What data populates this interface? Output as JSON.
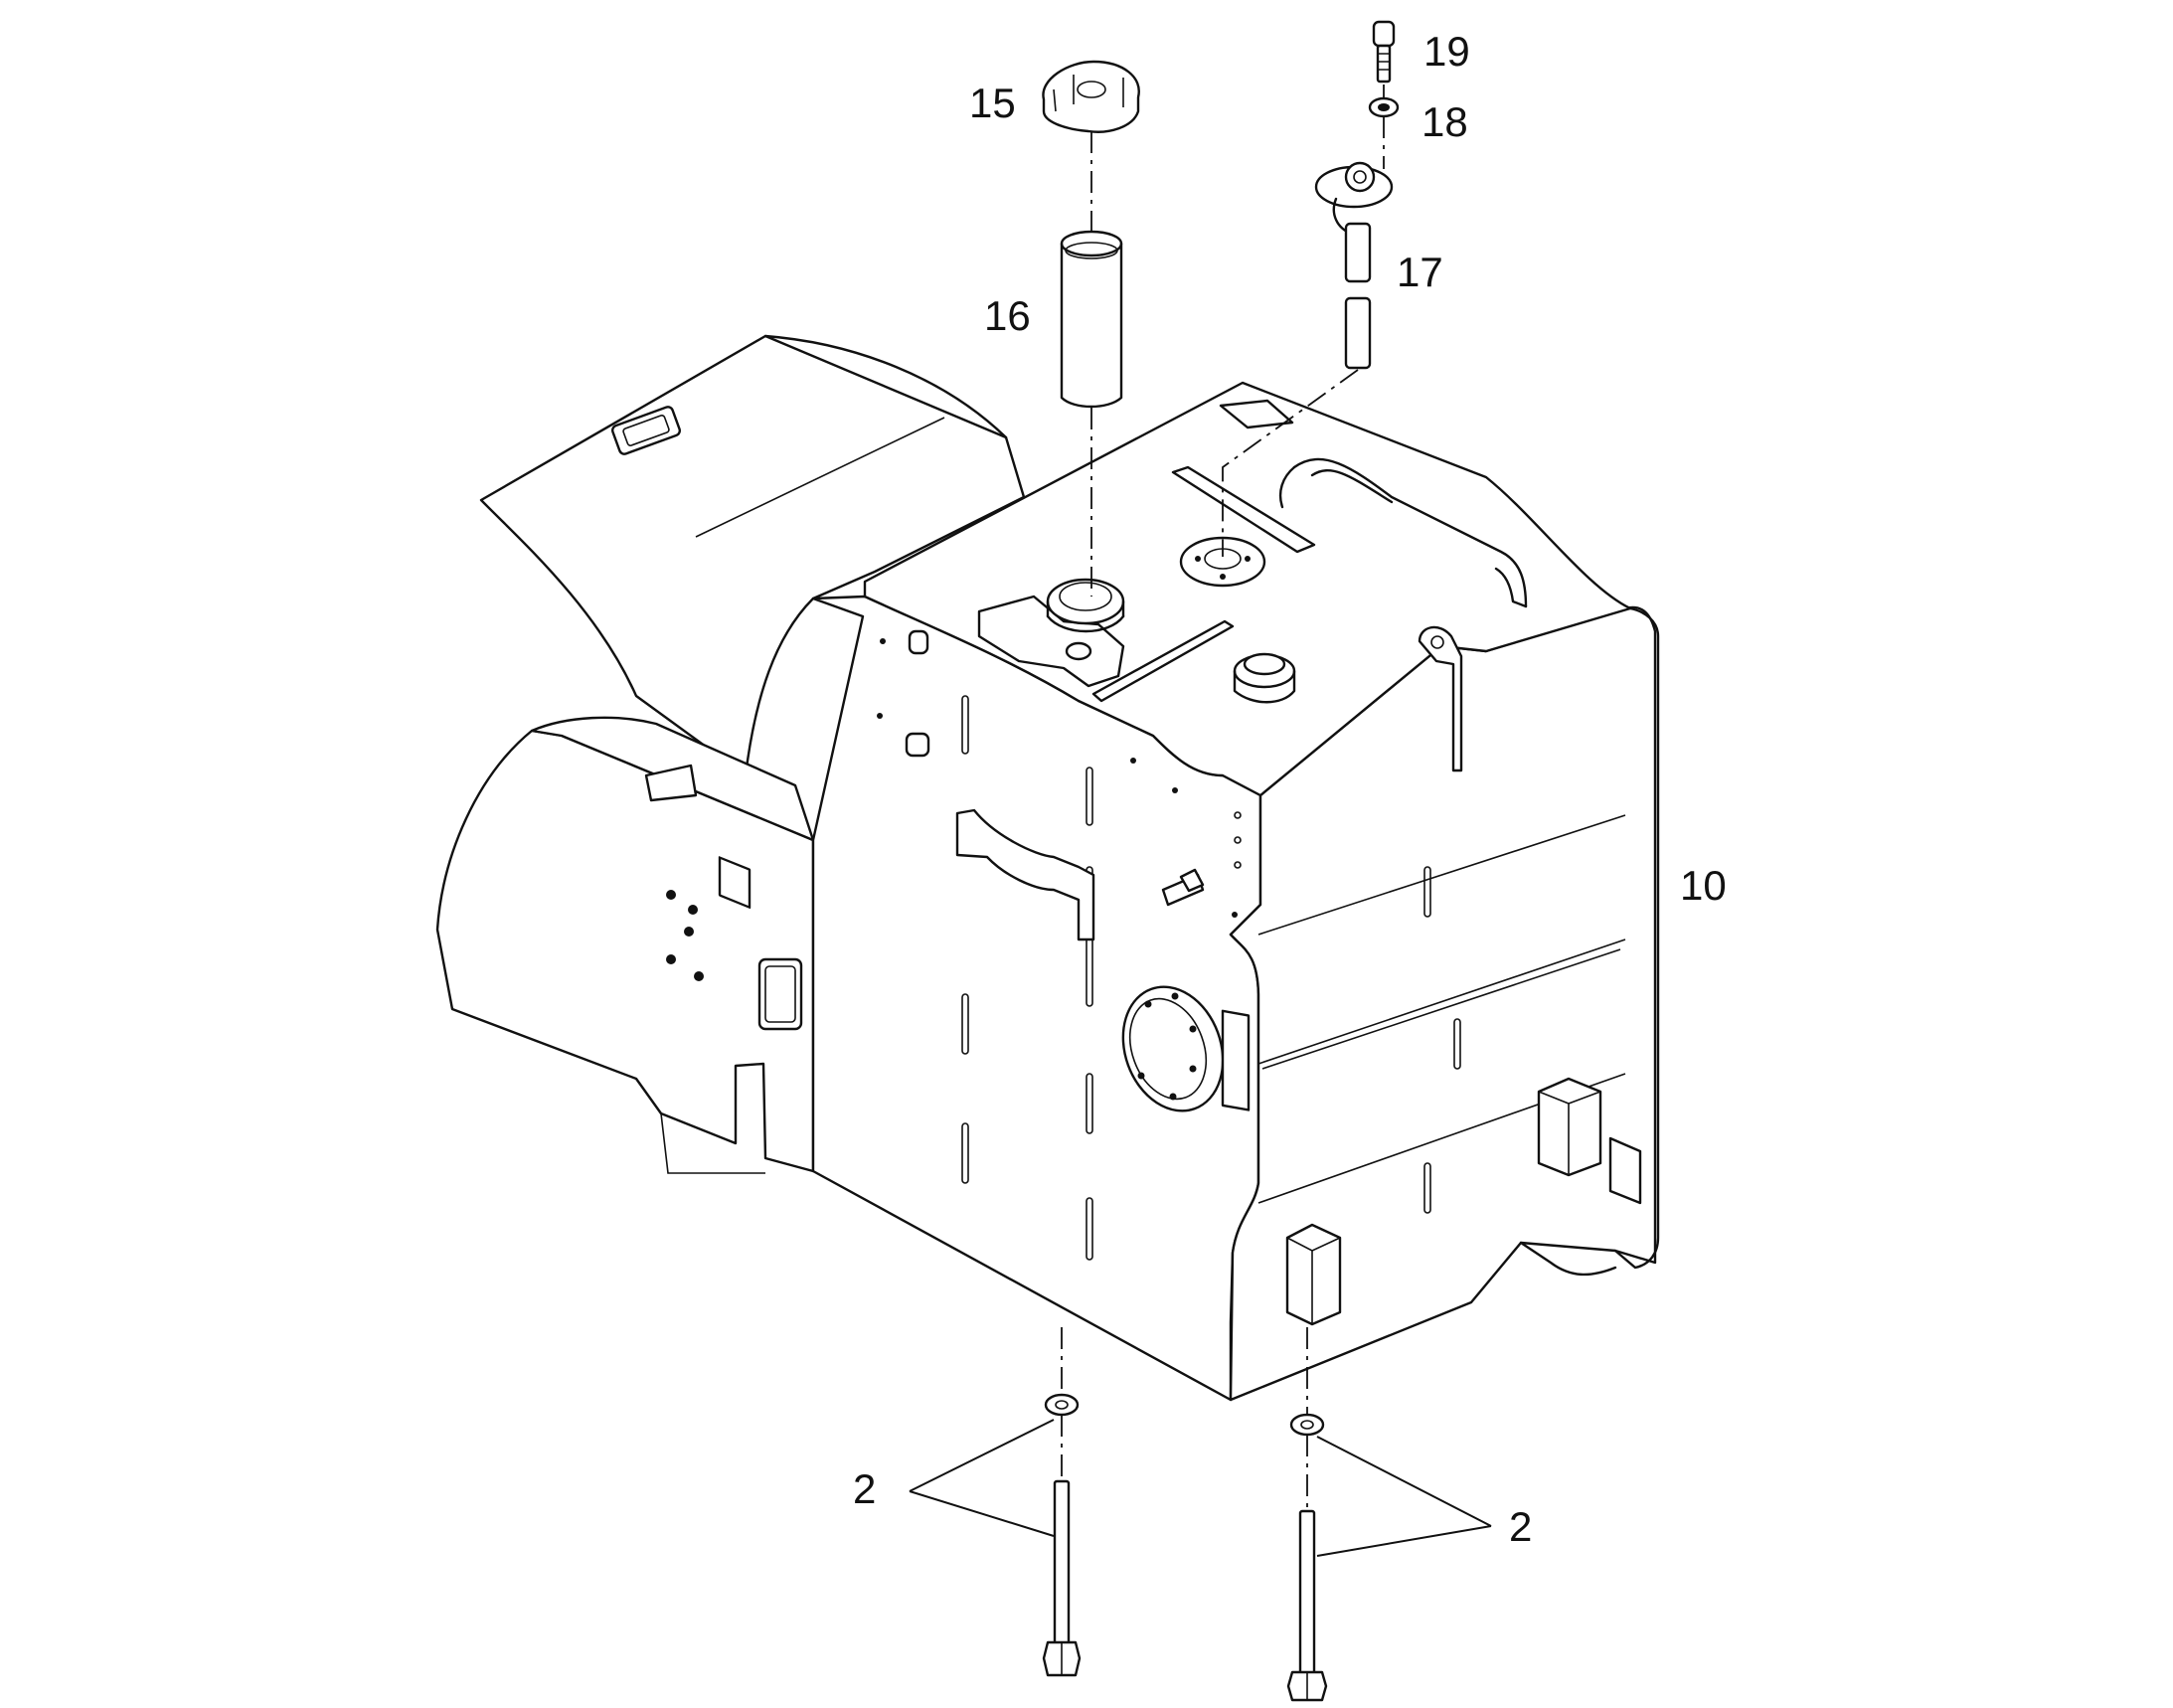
{
  "callouts": {
    "c19": "19",
    "c18": "18",
    "c15": "15",
    "c17": "17",
    "c16": "16",
    "c10": "10",
    "c2_left": "2",
    "c2_right": "2"
  }
}
